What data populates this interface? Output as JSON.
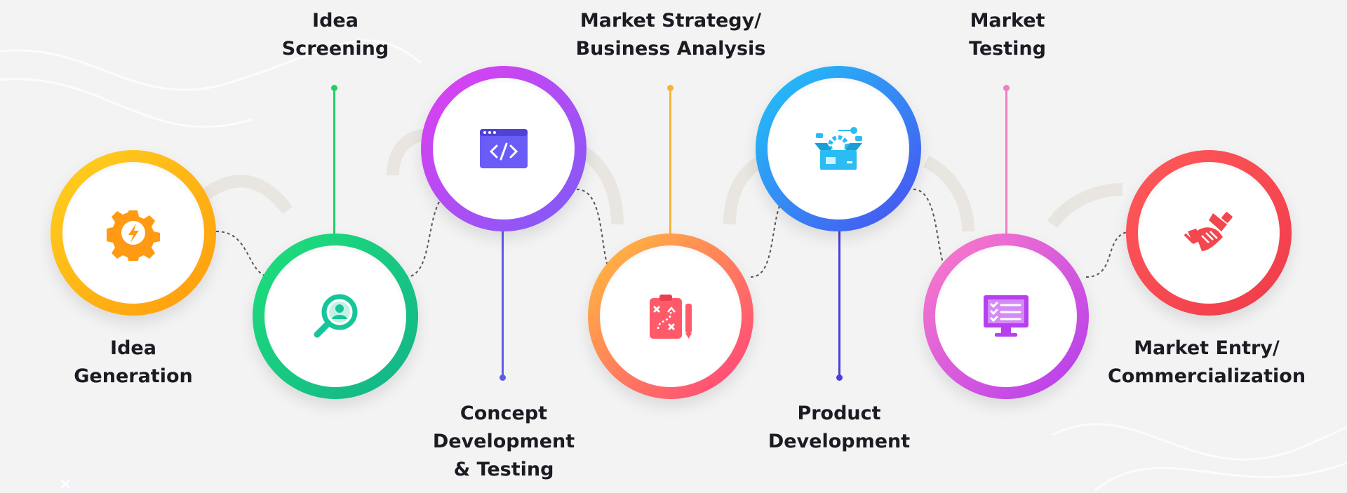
{
  "steps": [
    {
      "label": "Idea\nGeneration",
      "icon": "gear-bolt-icon",
      "gradient": [
        "#ffd21f",
        "#ff9a0d"
      ],
      "accent": "#ff9a12"
    },
    {
      "label": "Idea\nScreening",
      "icon": "magnifier-user-icon",
      "gradient": [
        "#1fe07a",
        "#12b28a"
      ],
      "accent": "#16c59a"
    },
    {
      "label": "Concept\nDevelopment\n& Testing",
      "icon": "code-window-icon",
      "gradient": [
        "#e43ef0",
        "#7b5cf8"
      ],
      "accent": "#6a5cf6"
    },
    {
      "label": "Market Strategy/\nBusiness Analysis",
      "icon": "strategy-board-icon",
      "gradient": [
        "#ffc13a",
        "#ff3d7f"
      ],
      "accent": "#ff5a6a"
    },
    {
      "label": "Product\nDevelopment",
      "icon": "product-box-icon",
      "gradient": [
        "#1fc8f8",
        "#4b4cf0"
      ],
      "accent": "#2bbcf2"
    },
    {
      "label": "Market\nTesting",
      "icon": "monitor-checklist-icon",
      "gradient": [
        "#ff7ec6",
        "#b23af0"
      ],
      "accent": "#b73ff0"
    },
    {
      "label": "Market Entry/\nCommercialization",
      "icon": "handshake-icon",
      "gradient": [
        "#ff5a5a",
        "#f03a4a"
      ],
      "accent": "#f2474e"
    }
  ],
  "stem_colors": [
    "#22cf67",
    "#5c5ce8",
    "#f5b531",
    "#4a3fd6",
    "#f07ec0"
  ],
  "corner_mark": "×"
}
